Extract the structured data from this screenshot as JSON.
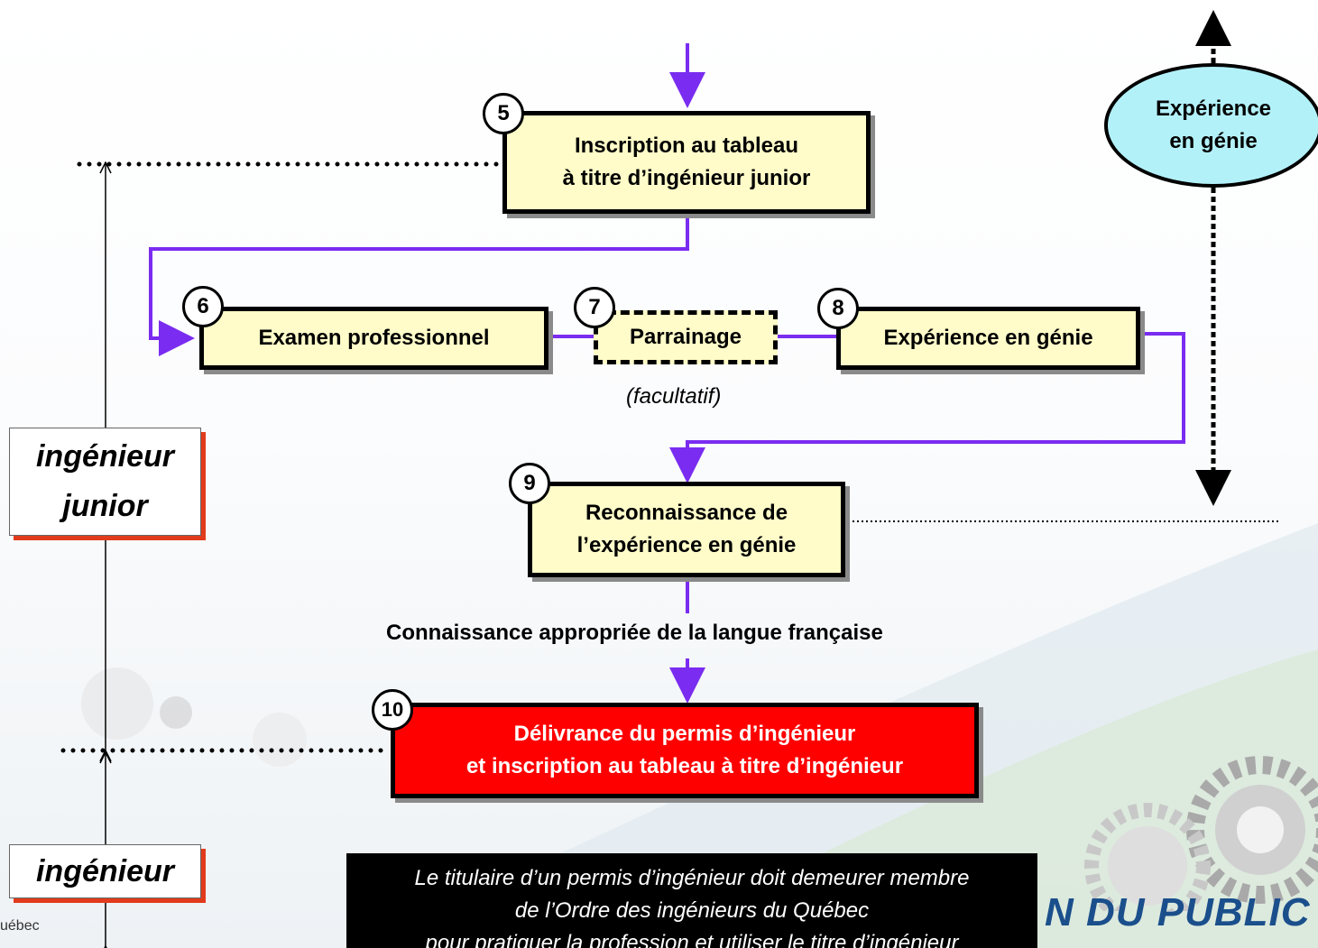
{
  "steps": {
    "s5": {
      "number": "5",
      "line1": "Inscription au tableau",
      "line2": "à titre d’ingénieur junior"
    },
    "s6": {
      "number": "6",
      "label": "Examen professionnel"
    },
    "s7": {
      "number": "7",
      "label": "Parrainage",
      "note": "(facultatif)"
    },
    "s8": {
      "number": "8",
      "label": "Expérience en génie"
    },
    "s9": {
      "number": "9",
      "line1": "Reconnaissance de",
      "line2": "l’expérience en génie"
    },
    "s10": {
      "number": "10",
      "line1": "Délivrance du permis d’ingénieur",
      "line2": "et inscription au tableau à titre d’ingénieur"
    }
  },
  "experience_ellipse": {
    "line1": "Expérience",
    "line2": "en génie"
  },
  "language_requirement": "Connaissance appropriée de la langue française",
  "side_labels": {
    "junior_line1": "ingénieur",
    "junior_line2": "junior",
    "engineer": "ingénieur"
  },
  "note": {
    "line1": "Le titulaire d’un permis d’ingénieur doit demeurer membre",
    "line2": "de l’Ordre des ingénieurs du Québec",
    "line3": "pour pratiquer la profession et utiliser le titre d’ingénieur"
  },
  "background": {
    "banner": "N DU PUBLIC",
    "org_fragment": "uébec"
  },
  "colors": {
    "connector": "#7a2cf0",
    "step_fill": "#fffcc9",
    "final_fill": "#ff0000",
    "ellipse_fill": "#b3f1f9",
    "side_shadow": "#e23b1c"
  }
}
